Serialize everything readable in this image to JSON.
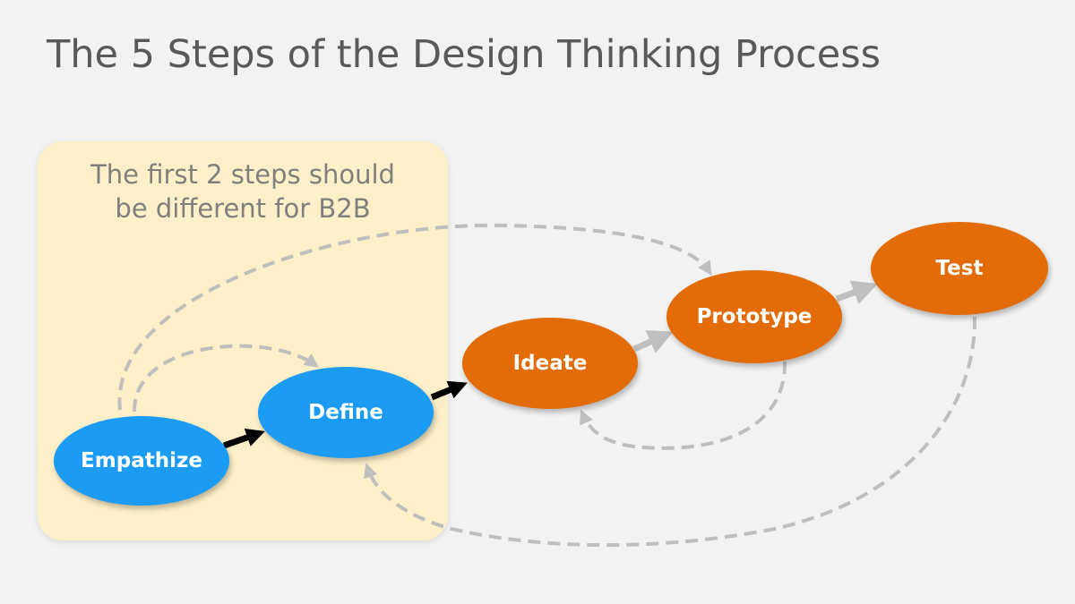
{
  "title": "The 5 Steps of the Design Thinking Process",
  "note": {
    "line1": "The first 2 steps should",
    "line2": "be different for B2B"
  },
  "steps": [
    {
      "id": "empathize",
      "label": "Empathize",
      "color": "#1b9cf2"
    },
    {
      "id": "define",
      "label": "Define",
      "color": "#1b9cf2"
    },
    {
      "id": "ideate",
      "label": "Ideate",
      "color": "#e36c09"
    },
    {
      "id": "prototype",
      "label": "Prototype",
      "color": "#e36c09"
    },
    {
      "id": "test",
      "label": "Test",
      "color": "#e36c09"
    }
  ],
  "colors": {
    "background": "#f2f2f2",
    "highlight_box": "#fdf0c8",
    "forward_arrow_b2b": "#000000",
    "forward_arrow": "#bfbfbf",
    "feedback_arrow": "#bfbfbf"
  }
}
